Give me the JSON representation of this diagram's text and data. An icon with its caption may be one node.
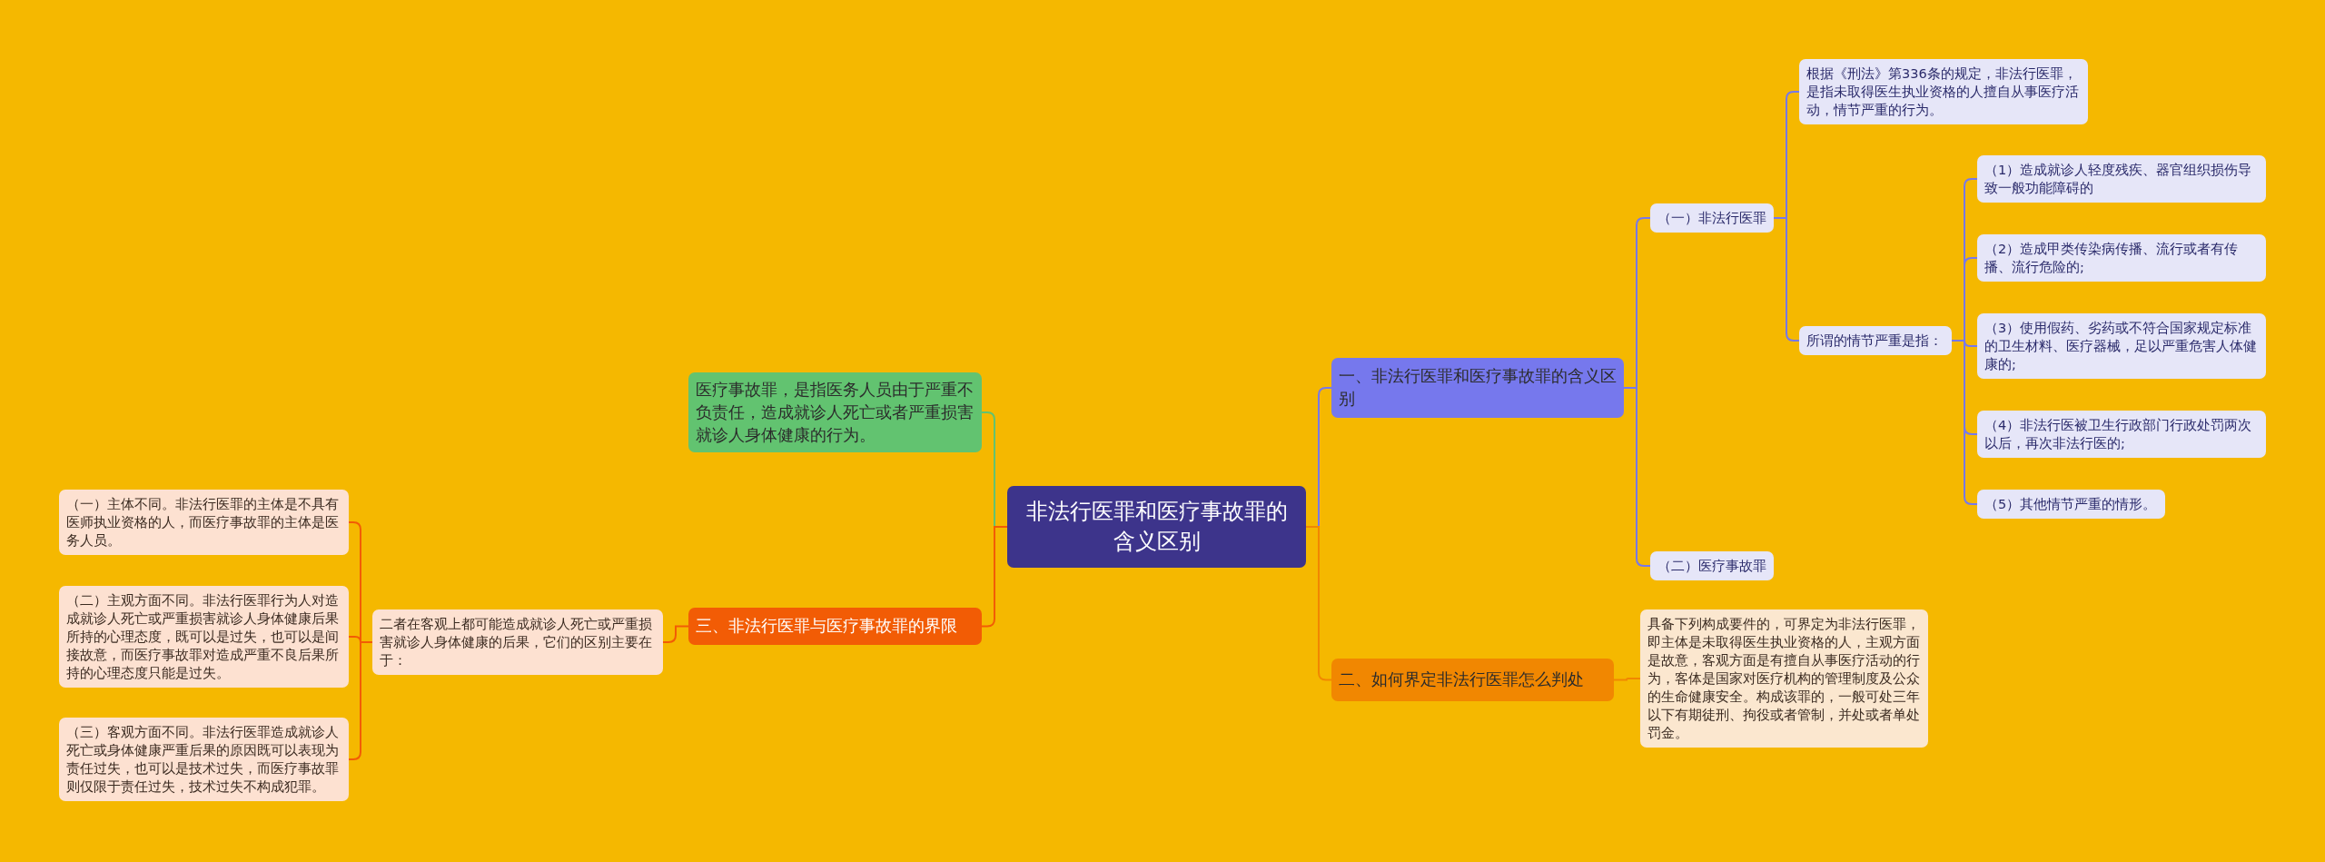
{
  "diagram": {
    "nodes": [
      {
        "text": [
          "非法行医罪和医疗事故罪的含义区别"
        ]
      },
      {
        "text": [
          "医疗事故罪，是指医务人员由于严重不负责任，造成就诊人死亡或者严重损害就诊人身体健康的行为。"
        ]
      },
      {
        "text": [
          "三、非法行医罪与医疗事故罪的界限"
        ]
      },
      {
        "text": [
          "二者在客观上都可能造成就诊人死亡或严重损害就诊人身体健康的后果，它们的区别主要在于："
        ]
      },
      {
        "text": [
          "（一）主体不同。非法行医罪的主体是不具有医师执业资格的人，而医疗事故罪的主体是医务人员。"
        ]
      },
      {
        "text": [
          "（二）主观方面不同。非法行医罪行为人对造成就诊人死亡或严重损害就诊人身体健康后果所持的心理态度，既可以是过失，也可以是间接故意，而医疗事故罪对造成严重不良后果所持的心理态度只能是过失。"
        ]
      },
      {
        "text": [
          "（三）客观方面不同。非法行医罪造成就诊人死亡或身体健康严重后果的原因既可以表现为责任过失，也可以是技术过失，而医疗事故罪则仅限于责任过失，技术过失不构成犯罪。"
        ]
      },
      {
        "text": [
          "一、非法行医罪和医疗事故罪的含义区别"
        ]
      },
      {
        "text": [
          "（一）非法行医罪"
        ]
      },
      {
        "text": [
          "根据《刑法》第336条的规定，非法行医罪，是指未取得医生执业资格的人擅自从事医疗活动，情节严重的行为。"
        ]
      },
      {
        "text": [
          "所谓的情节严重是指："
        ]
      },
      {
        "text": [
          "（1）造成就诊人轻度残疾、器官组织损伤导致一般功能障碍的"
        ]
      },
      {
        "text": [
          "（2）造成甲类传染病传播、流行或者有传播、流行危险的;"
        ]
      },
      {
        "text": [
          "（3）使用假药、劣药或不符合国家规定标准的卫生材料、医疗器械，足以严重危害人体健康的;"
        ]
      },
      {
        "text": [
          "（4）非法行医被卫生行政部门行政处罚两次以后，再次非法行医的;"
        ]
      },
      {
        "text": [
          "（5）其他情节严重的情形。"
        ]
      },
      {
        "text": [
          "（二）医疗事故罪"
        ]
      },
      {
        "text": [
          "二、如何界定非法行医罪怎么判处"
        ]
      },
      {
        "text": [
          "具备下列构成要件的，可界定为非法行医罪，即主体是未取得医生执业资格的人，主观方面是故意，客观方面是有擅自从事医疗活动的行为，客体是国家对医疗机构的管理制度及公众的生命健康安全。构成该罪的，一般可处三年以下有期徒刑、拘役或者管制，并处或者单处罚金。"
        ]
      }
    ],
    "edges": [
      {
        "from": 0,
        "to": 1,
        "arrow": "none",
        "color": "#62c370"
      },
      {
        "from": 0,
        "to": 2,
        "arrow": "none",
        "color": "#f25c05"
      },
      {
        "from": 2,
        "to": 3,
        "arrow": "none",
        "color": "#f25c05"
      },
      {
        "from": 3,
        "to": 4,
        "arrow": "none",
        "color": "#f25c05"
      },
      {
        "from": 3,
        "to": 5,
        "arrow": "none",
        "color": "#f25c05"
      },
      {
        "from": 3,
        "to": 6,
        "arrow": "none",
        "color": "#f25c05"
      },
      {
        "from": 0,
        "to": 7,
        "arrow": "none"
      },
      {
        "from": 7,
        "to": 8,
        "arrow": "none"
      },
      {
        "from": 8,
        "to": 9,
        "arrow": "none"
      },
      {
        "from": 8,
        "to": 10,
        "arrow": "none"
      },
      {
        "from": 10,
        "to": 11,
        "arrow": "none"
      },
      {
        "from": 10,
        "to": 12,
        "arrow": "none"
      },
      {
        "from": 10,
        "to": 13,
        "arrow": "none"
      },
      {
        "from": 10,
        "to": 14,
        "arrow": "none"
      },
      {
        "from": 10,
        "to": 15,
        "arrow": "none"
      },
      {
        "from": 7,
        "to": 16,
        "arrow": "none"
      },
      {
        "from": 0,
        "to": 17,
        "arrow": "none",
        "color": "#f18701"
      },
      {
        "from": 17,
        "to": 18,
        "arrow": "none",
        "color": "#f18701"
      }
    ]
  }
}
